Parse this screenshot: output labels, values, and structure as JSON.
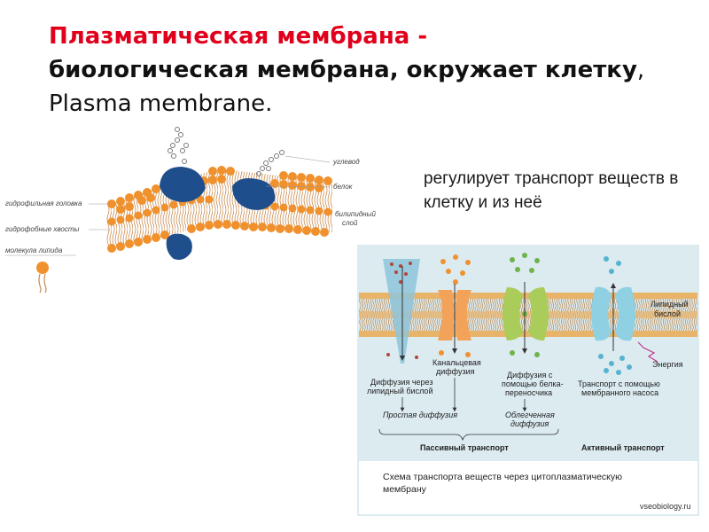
{
  "title": {
    "part_red": "Плазматическая мембрана -",
    "part_black": "биологическая мембрана, окружает клетку",
    "part_latin": ", Plasma membrane."
  },
  "side_text": "регулирует транспорт веществ в клетку и из неё",
  "membrane_labels": {
    "carbohydrate": "углевод",
    "protein": "белок",
    "bilayer_line1": "билипидный",
    "bilayer_line2": "слой",
    "hydrophilic_head": "гидрофильная головка",
    "hydrophobic_tails": "гидрофобные хвосты",
    "lipid_molecule": "молекула липида"
  },
  "transport": {
    "lipid_bilayer_line1": "Липидный",
    "lipid_bilayer_line2": "бислой",
    "energy": "Энергия",
    "channel_diffusion_line1": "Канальцевая",
    "channel_diffusion_line2": "диффузия",
    "diffusion_bilayer_line1": "Диффузия через",
    "diffusion_bilayer_line2": "липидный бислой",
    "carrier_diffusion_line1": "Диффузия с",
    "carrier_diffusion_line2": "помощью белка-",
    "carrier_diffusion_line3": "переносчика",
    "pump_line1": "Транспорт с помощью",
    "pump_line2": "мембранного насоса",
    "simple_diffusion": "Простая диффузия",
    "facilitated_line1": "Облегченная",
    "facilitated_line2": "диффузия",
    "passive": "Пассивный транспорт",
    "active": "Активный транспорт",
    "caption_line1": "Схема транспорта веществ через цитоплазматическую",
    "caption_line2": "мембрану",
    "source": "vseobiology.ru"
  },
  "colors": {
    "title_red": "#e0001b",
    "lipid_head": "#f0912d",
    "protein": "#1f4e8c",
    "diagram_bg": "#dcebf0",
    "bilayer_tan": "#e8b46a"
  }
}
